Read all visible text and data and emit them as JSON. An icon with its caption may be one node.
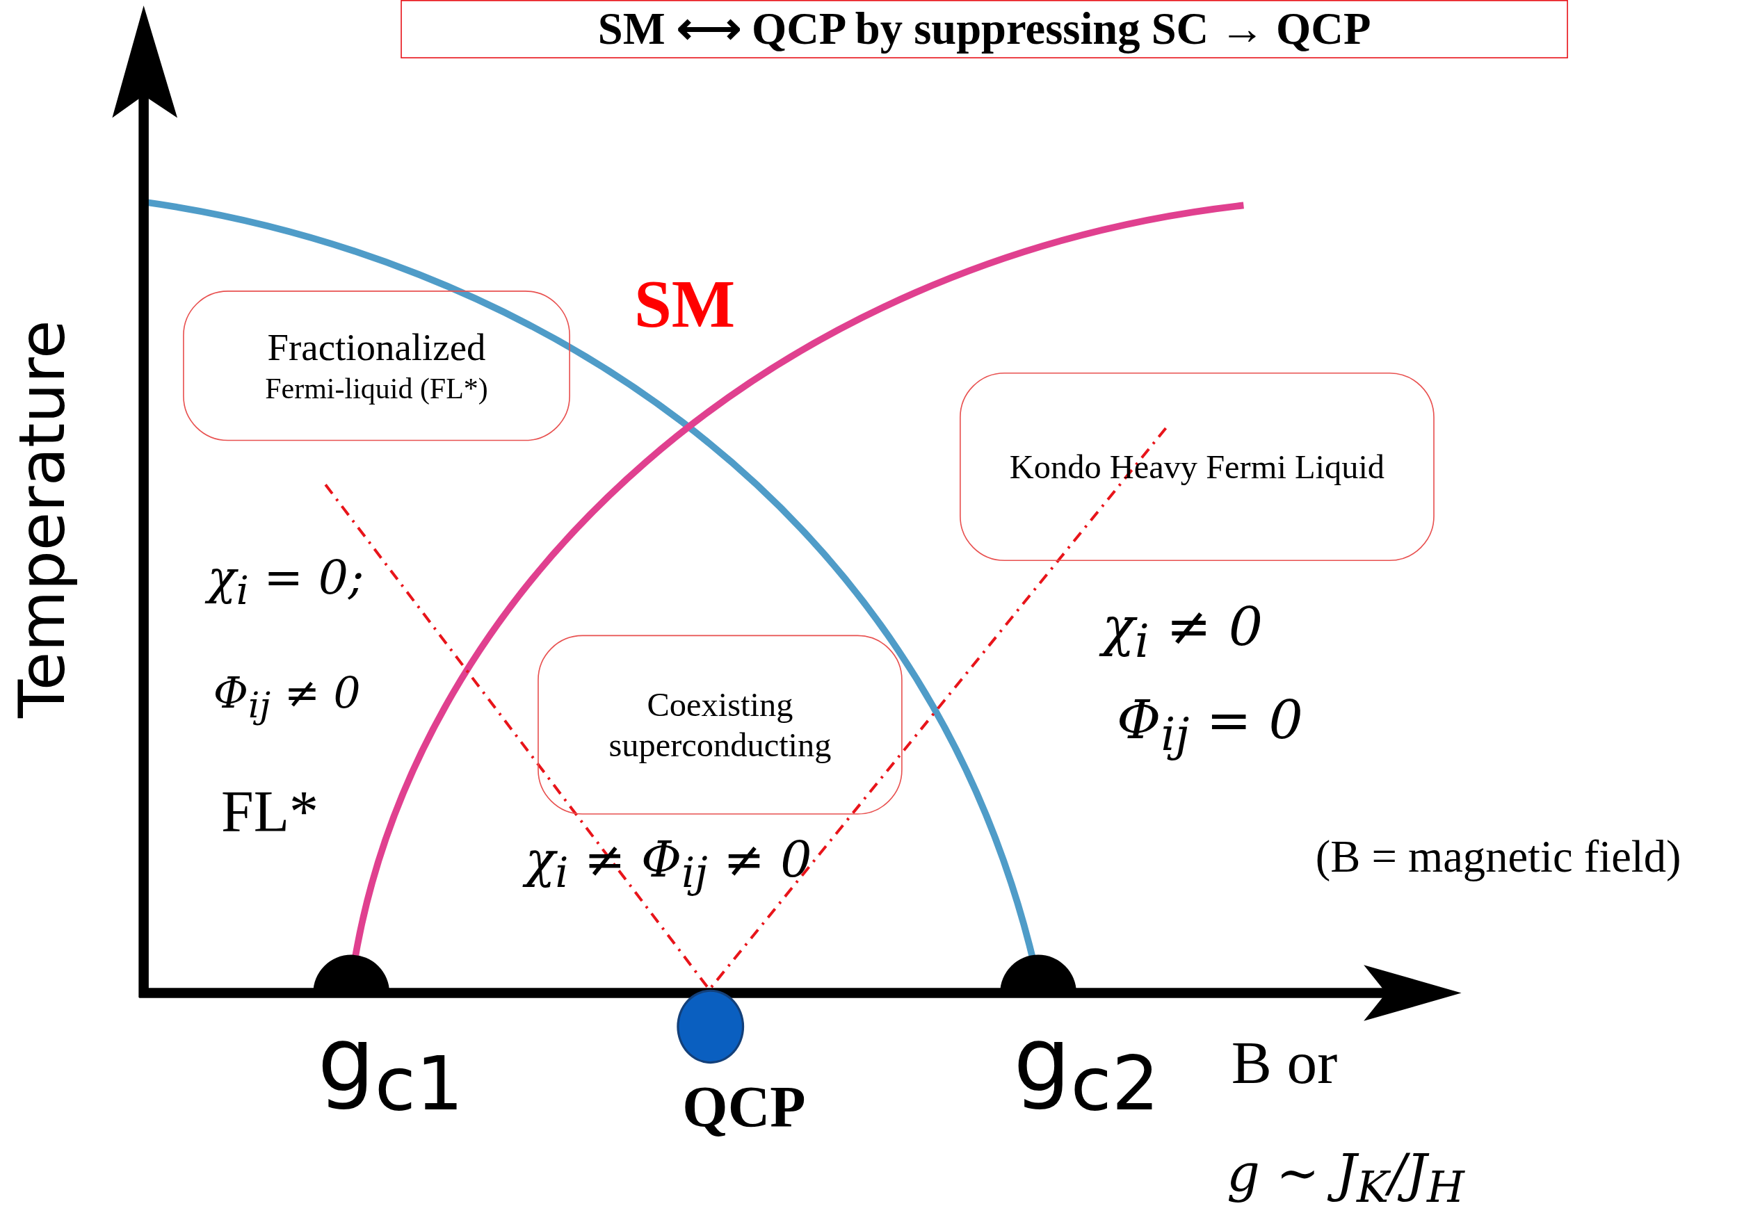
{
  "diagram": {
    "title": "SM ⟷ QCP by suppressing SC → QCP",
    "nodes": [
      {
        "text": [
          "Fractionalized",
          "Fermi-liquid (FL*)"
        ]
      },
      {
        "text": [
          "Kondo Heavy Fermi Liquid"
        ]
      },
      {
        "text": [
          "Coexisting superconducting"
        ]
      },
      {
        "text": [],
        "shape": "circle",
        "beside": [
          "QCP"
        ]
      },
      {
        "text": [],
        "shape": "semicircle"
      },
      {
        "text": [],
        "shape": "semicircle"
      }
    ],
    "labels": [
      "SM",
      "χ$_{i}$ = 0;",
      "Φ$_{ij}$ ≠ 0",
      "FL*",
      "χ$_{i}$ ≠ Φ$_{ij}$ ≠ 0",
      "χ$_{i}$ ≠ 0",
      "Φ$_{ij}$ = 0",
      "(B = magnetic field)",
      "Temperature",
      "g$_{c1}$",
      "g$_{c2}$",
      "B or",
      "*g* ∼ *J*$_{K}$/*J*$_{H}$"
    ]
  }
}
